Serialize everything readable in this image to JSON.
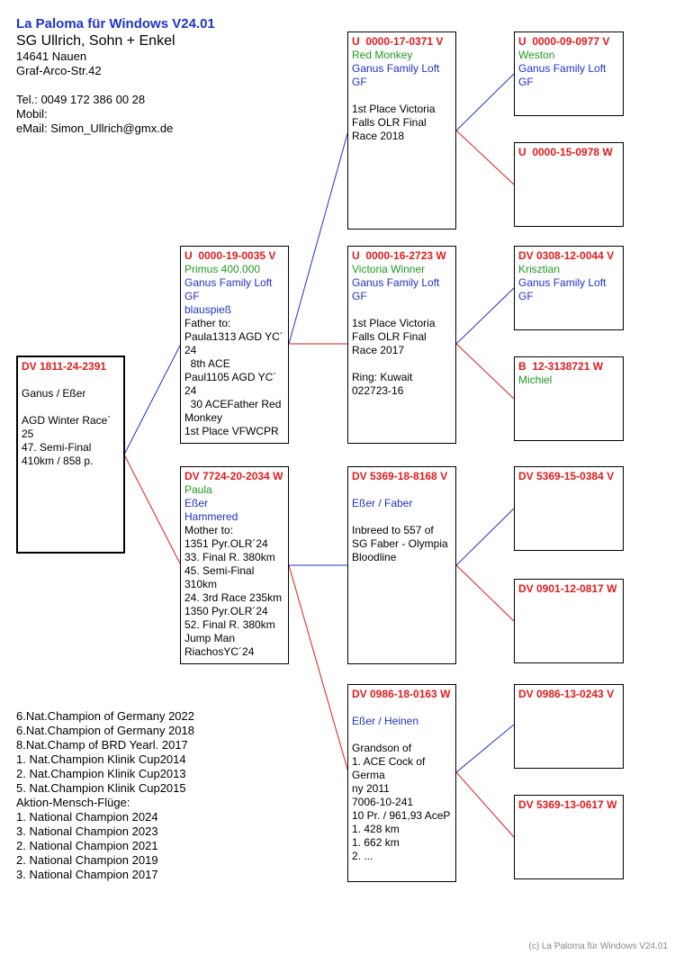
{
  "header": {
    "app_title": "La Paloma für Windows V24.01",
    "owner": "SG Ullrich, Sohn + Enkel",
    "city": "14641 Nauen",
    "street": "Graf-Arco-Str.42",
    "tel": "Tel.: 0049 172 386 00 28",
    "mobil": "Mobil:",
    "email": "eMail: Simon_Ullrich@gmx.de"
  },
  "subject": {
    "ring": "DV 1811-24-2391",
    "lines": [
      "",
      "Ganus / Eßer",
      "",
      "AGD Winter Race´",
      "25",
      "47. Semi-Final",
      "410km / 858 p."
    ]
  },
  "sire": {
    "ring": "U  0000-19-0035 V",
    "name": "Primus 400.000",
    "loft": "Ganus Family Loft",
    "code": "GF",
    "extra": "blauspieß",
    "lines": [
      "Father to:",
      "Paula1313 AGD YC´",
      "24",
      "  8th ACE",
      "Paul1105 AGD YC´",
      "24",
      "  30 ACEFather Red",
      "Monkey",
      "1st Place VFWCPR"
    ]
  },
  "dam": {
    "ring": "DV 7724-20-2034 W",
    "name": "Paula",
    "breeder": "Eßer",
    "extra": "Hammered",
    "lines": [
      "Mother to:",
      "1351 Pyr.OLR´24",
      "33. Final R. 380km",
      "45. Semi-Final",
      "310km",
      "24. 3rd Race 235km",
      "1350 Pyr.OLR´24",
      "52. Final R. 380km",
      "Jump Man",
      "RiachosYC´24"
    ]
  },
  "ss": {
    "ring": "U  0000-17-0371 V",
    "name": "Red Monkey",
    "loft": "Ganus Family Loft",
    "code": "GF",
    "lines": [
      "",
      "1st Place Victoria",
      "Falls OLR Final",
      "Race 2018"
    ]
  },
  "sd": {
    "ring": "U  0000-16-2723 W",
    "name": "Victoria Winner",
    "loft": "Ganus Family Loft",
    "code": "GF",
    "lines": [
      "",
      "1st Place Victoria",
      "Falls OLR Final",
      "Race 2017",
      "",
      "Ring: Kuwait",
      "022723-16"
    ]
  },
  "ds": {
    "ring": "DV 5369-18-8168 V",
    "lines": [
      "",
      "Eßer / Faber",
      "",
      "Inbreed to 557 of",
      "SG Faber - Olympia",
      "Bloodline"
    ]
  },
  "dd": {
    "ring": "DV 0986-18-0163 W",
    "lines": [
      "",
      "Eßer / Heinen",
      "",
      "Grandson of",
      "1. ACE Cock of",
      "Germa",
      "ny 2011",
      "7006-10-241",
      "10 Pr. / 961,93 AceP",
      "1. 428 km",
      "1. 662 km",
      "2. ..."
    ]
  },
  "g1": {
    "ring": "U  0000-09-0977 V",
    "name": "Weston",
    "loft": "Ganus Family Loft",
    "code": "GF"
  },
  "g2": {
    "ring": "U  0000-15-0978 W"
  },
  "g3": {
    "ring": "DV 0308-12-0044 V",
    "name": "Krisztian",
    "loft": "Ganus Family Loft",
    "code": "GF"
  },
  "g4": {
    "ring": "B  12-3138721 W",
    "name": "Michiel"
  },
  "g5": {
    "ring": "DV 5369-15-0384 V"
  },
  "g6": {
    "ring": "DV 0901-12-0817 W"
  },
  "g7": {
    "ring": "DV 0986-13-0243 V"
  },
  "g8": {
    "ring": "DV 5369-13-0617 W"
  },
  "achievements": [
    "6.Nat.Champion of Germany 2022",
    "6.Nat.Champion of Germany 2018",
    "8.Nat.Champ of BRD Yearl. 2017",
    "1. Nat.Champion Klinik Cup2014",
    "2. Nat.Champion Klinik Cup2013",
    "5. Nat.Champion Klinik Cup2015",
    "Aktion-Mensch-Flüge:",
    "1. National Champion 2024",
    "3. National Champion 2023",
    "2. National Champion 2021",
    "2. National Champion 2019",
    "3. National Champion 2017"
  ],
  "footer": "(c) La Paloma für Windows V24.01",
  "colors": {
    "sire_line": "#1f33c8",
    "dam_line": "#e01c1c",
    "ring": "#e01c1c",
    "name": "#1f9a1f",
    "loft": "#1f33c8"
  }
}
